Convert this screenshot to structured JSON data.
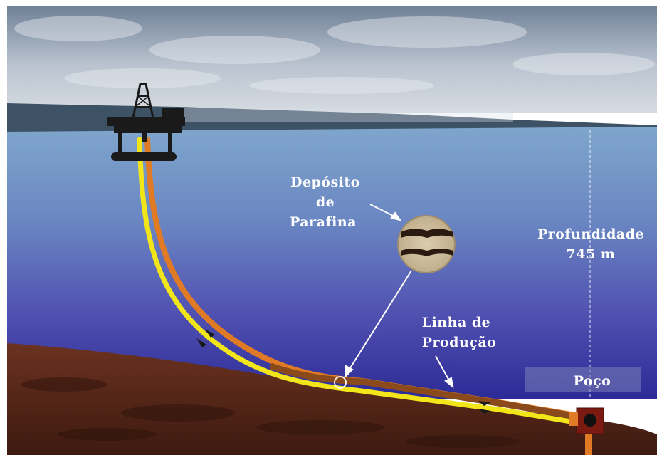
{
  "labels": {
    "deposit": [
      "Depósito",
      "de",
      "Parafina"
    ],
    "depth": [
      "Profundidade",
      "745 m"
    ],
    "line": [
      "Linha de",
      "Produção"
    ],
    "well": "Poço"
  },
  "colors": {
    "sky_top": "#8a9bb0",
    "sky_bottom": "#c7cfd8",
    "horizon": "#3d5064",
    "sea_top": "#7b9fc6",
    "sea_mid": "#5863b5",
    "sea_bottom": "#2a2a9a",
    "seabed": "#5a2a1c",
    "pipe_yellow": "#f2e51a",
    "pipe_orange": "#e07a24",
    "pipe_brown": "#8a4a1c",
    "platform": "#1a1a1a",
    "well_box": "#7a1a10"
  },
  "icons": [
    "oil-platform-icon",
    "wellhead-icon",
    "flow-arrow-icon",
    "magnifier-inset-icon"
  ]
}
